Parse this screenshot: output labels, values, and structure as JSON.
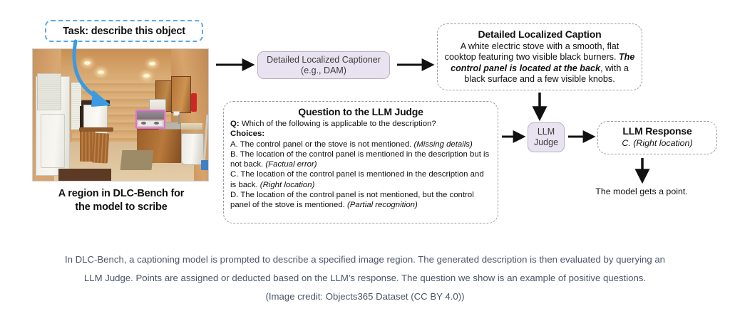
{
  "task_label": {
    "text": "Task: describe this object"
  },
  "photo": {
    "alt": "cabin kitchen interior photo with highlighted stove region",
    "caption_line1": "A region in DLC-Bench for",
    "caption_line2": "the model to scribe",
    "highlight_color": "#e46fd4",
    "arrow_color": "#3b9ae1"
  },
  "captioner": {
    "line1": "Detailed Localized Captioner",
    "line2": "(e.g., DAM)",
    "box_color": "#e9e2f1"
  },
  "caption_box": {
    "title": "Detailed Localized Caption",
    "text_part1": "A white electric stove with a smooth, flat cooktop featuring two visible black burners. ",
    "text_emphasis": "The control panel is located at the back",
    "text_part2": ", with a black surface and a few visible knobs."
  },
  "question_box": {
    "title": "Question to the LLM Judge",
    "q_label": "Q:",
    "q_text": " Which of the following is applicable to the description?",
    "choices_label": "Choices:",
    "choices": [
      {
        "text": "A. The control panel or the stove is not mentioned. ",
        "tag": "(Missing details)"
      },
      {
        "text": "B. The location of the control panel is mentioned in the description but is not back. ",
        "tag": "(Factual error)"
      },
      {
        "text": "C. The location of the control panel is mentioned in the description and is back. ",
        "tag": "(Right location)"
      },
      {
        "text": "D. The location of the control panel is not mentioned, but the control panel of the stove is mentioned. ",
        "tag": "(Partial recognition)"
      }
    ]
  },
  "judge": {
    "line1": "LLM",
    "line2": "Judge",
    "box_color": "#e9e2f1"
  },
  "response_box": {
    "title": "LLM Response",
    "answer": "C. (Right location)"
  },
  "final_note": {
    "text": "The model gets a point."
  },
  "footer": {
    "line1": "In DLC-Bench, a captioning model is prompted to describe a specified image region. The generated description is then evaluated by querying an",
    "line2": "LLM Judge. Points are assigned or deducted based on the LLM's response. The question we show is an example of positive questions.",
    "credit": "(Image credit: Objects365 Dataset (CC BY 4.0))",
    "color": "#4a5569"
  }
}
